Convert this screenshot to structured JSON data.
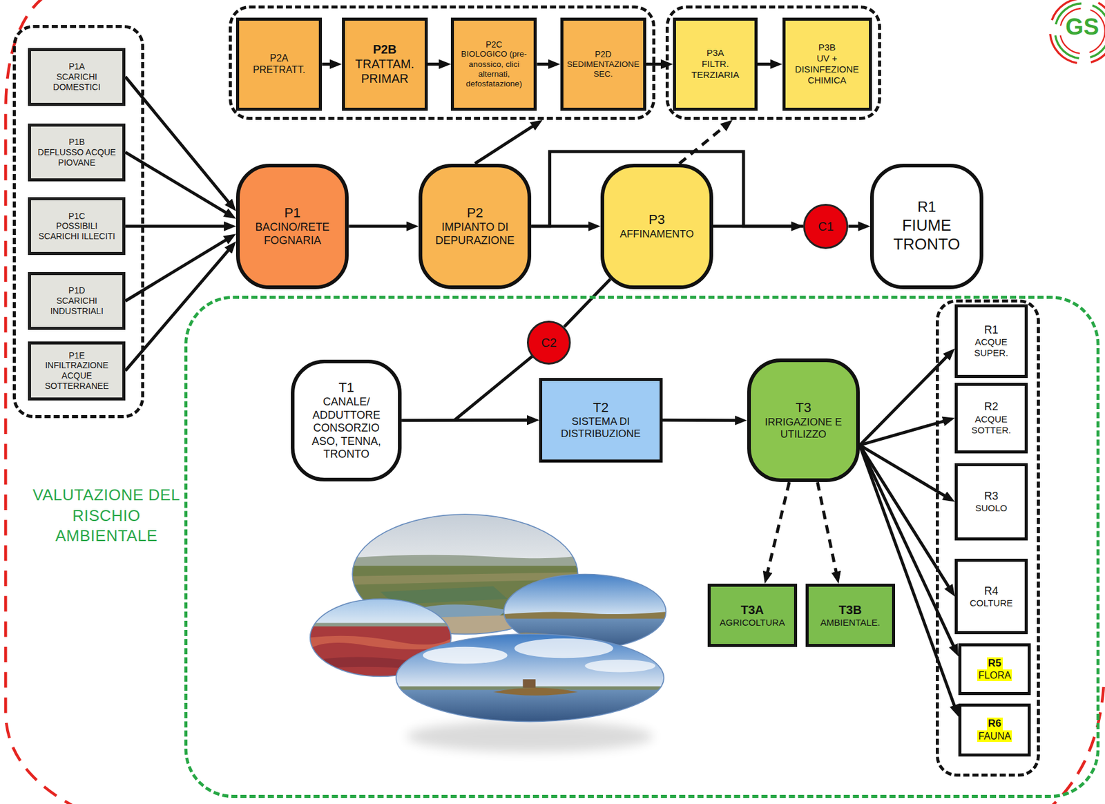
{
  "diagram": {
    "nodes": [
      {
        "text": []
      },
      {
        "text": [
          "P1A",
          "SCARICHI DOMESTICI"
        ],
        "in": 0
      },
      {
        "text": [
          "P1B",
          "DEFLUSSO ACQUE PIOVANE"
        ],
        "in": 0
      },
      {
        "text": [
          "P1C",
          "POSSIBILI SCARICHI ILLECITI"
        ],
        "in": 0
      },
      {
        "text": [
          "P1D",
          "SCARICHI INDUSTRIALI"
        ],
        "in": 0
      },
      {
        "text": [
          "P1E",
          "INFILTRAZIONE ACQUE SOTTERRANEE"
        ],
        "in": 0
      },
      {
        "text": []
      },
      {
        "text": [
          "P2A",
          "PRETRATT."
        ],
        "in": 6
      },
      {
        "text": [
          "P2B",
          "TRATTAM. PRIMAR"
        ],
        "in": 6
      },
      {
        "text": [
          "P2C",
          "BIOLOGICO (pre-anossico, clici alternati, defosfatazione)"
        ],
        "in": 6
      },
      {
        "text": [
          "P2D",
          "SEDIMENTAZIONE SEC."
        ],
        "in": 6
      },
      {
        "text": []
      },
      {
        "text": [
          "P3A",
          "FILTR. TERZIARIA"
        ],
        "in": 11
      },
      {
        "text": [
          "P3B",
          "UV + DISINFEZIONE CHIMICA"
        ],
        "in": 11
      },
      {
        "text": [
          "P1",
          "BACINO/RETE FOGNARIA"
        ]
      },
      {
        "text": [
          "P2",
          "IMPIANTO DI DEPURAZIONE"
        ]
      },
      {
        "text": [
          "P3",
          "AFFINAMENTO"
        ]
      },
      {
        "text": [
          "C1"
        ]
      },
      {
        "text": [
          "R1",
          "FIUME TRONTO"
        ]
      },
      {
        "text": [
          "VALUTAZIONE DEL RISCHIO AMBIENTALE"
        ]
      },
      {
        "text": [
          "C2"
        ],
        "in": 19
      },
      {
        "text": [
          "T1",
          "CANALE/ ADDUTTORE CONSORZIO ASO, TENNA, TRONTO"
        ],
        "in": 19
      },
      {
        "text": [
          "T2",
          "SISTEMA DI DISTRIBUZIONE"
        ],
        "in": 19
      },
      {
        "text": [
          "T3",
          "IRRIGAZIONE E UTILIZZO"
        ],
        "in": 19
      },
      {
        "text": [
          "T3A",
          "AGRICOLTURA"
        ],
        "in": 19
      },
      {
        "text": [
          "T3B",
          "AMBIENTALE."
        ],
        "in": 19
      },
      {
        "text": [],
        "in": 19
      },
      {
        "text": [
          "R1",
          "ACQUE SUPER."
        ],
        "in": 26
      },
      {
        "text": [
          "R2",
          "ACQUE SOTTER."
        ],
        "in": 26
      },
      {
        "text": [
          "R3",
          "SUOLO"
        ],
        "in": 26
      },
      {
        "text": [
          "R4",
          "COLTURE"
        ],
        "in": 26
      },
      {
        "text": [
          "R5",
          "FLORA"
        ],
        "in": 26
      },
      {
        "text": [
          "R6",
          "FAUNA"
        ],
        "in": 26
      }
    ],
    "edges": [
      {
        "from": 1,
        "to": 14,
        "arrow": "to"
      },
      {
        "from": 2,
        "to": 14,
        "arrow": "to"
      },
      {
        "from": 3,
        "to": 14,
        "arrow": "to"
      },
      {
        "from": 4,
        "to": 14,
        "arrow": "to"
      },
      {
        "from": 5,
        "to": 14,
        "arrow": "to"
      },
      {
        "from": 14,
        "to": 15,
        "arrow": "to"
      },
      {
        "from": 15,
        "to": 16,
        "arrow": "to"
      },
      {
        "from": 15,
        "to": 6,
        "arrow": "to"
      },
      {
        "from": 7,
        "to": 8,
        "arrow": "to"
      },
      {
        "from": 8,
        "to": 9,
        "arrow": "to"
      },
      {
        "from": 9,
        "to": 10,
        "arrow": "to"
      },
      {
        "from": 10,
        "to": 12,
        "arrow": "to"
      },
      {
        "from": 12,
        "to": 13,
        "arrow": "to"
      },
      {
        "from": 16,
        "to": 11,
        "arrow": "to"
      },
      {
        "from": 15,
        "to": 17,
        "arrow": "to"
      },
      {
        "from": 16,
        "to": 17,
        "arrow": "none"
      },
      {
        "from": 17,
        "to": 18,
        "arrow": "to"
      },
      {
        "from": 16,
        "to": 20,
        "arrow": "none"
      },
      {
        "from": 20,
        "to": 22,
        "arrow": "to"
      },
      {
        "from": 21,
        "to": 22,
        "arrow": "to"
      },
      {
        "from": 22,
        "to": 23,
        "arrow": "to"
      },
      {
        "from": 23,
        "to": 24,
        "arrow": "to"
      },
      {
        "from": 23,
        "to": 25,
        "arrow": "to"
      },
      {
        "from": 23,
        "to": 27,
        "arrow": "to"
      },
      {
        "from": 23,
        "to": 28,
        "arrow": "to"
      },
      {
        "from": 23,
        "to": 29,
        "arrow": "to"
      },
      {
        "from": 23,
        "to": 30,
        "arrow": "to"
      },
      {
        "from": 23,
        "to": 31,
        "arrow": "to"
      },
      {
        "from": 23,
        "to": 32,
        "arrow": "to"
      }
    ],
    "labels": [
      "GS"
    ]
  }
}
